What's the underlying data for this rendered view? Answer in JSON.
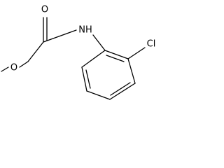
{
  "molecule": {
    "atoms": {
      "carbonyl_oxygen": "O",
      "ether_oxygen": "O",
      "amide_nitrogen": "NH",
      "chlorine": "Cl"
    },
    "colors": {
      "bond": "#000000",
      "label": "#000000",
      "background": "#ffffff"
    }
  }
}
